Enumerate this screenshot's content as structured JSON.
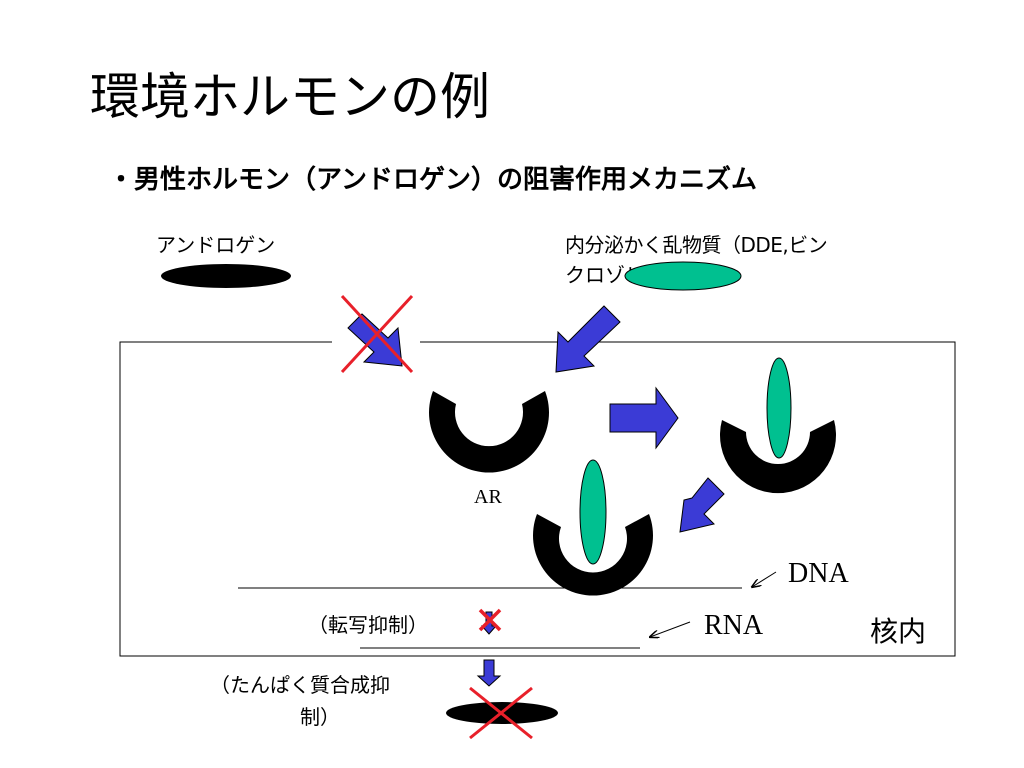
{
  "title": "環境ホルモンの例",
  "subtitle": "・男性ホルモン（アンドロゲン）の阻害作用メカニズム",
  "labels": {
    "androgen": "アンドロゲン",
    "disruptor_line1": "内分泌かく乱物質（DDE,ビン",
    "disruptor_line2": "クロゾリン）",
    "receptor": "AR",
    "dna": "DNA",
    "rna": "RNA",
    "nucleus": "核内",
    "transcription_inhibition": "（転写抑制）",
    "protein_inhibition_line1": "（たんぱく質合成抑",
    "protein_inhibition_line2": "制）"
  },
  "colors": {
    "androgen": "#000000",
    "disruptor": "#00c090",
    "arrow": "#3b3bd6",
    "cross": "#e8202a",
    "receptor": "#000000"
  }
}
